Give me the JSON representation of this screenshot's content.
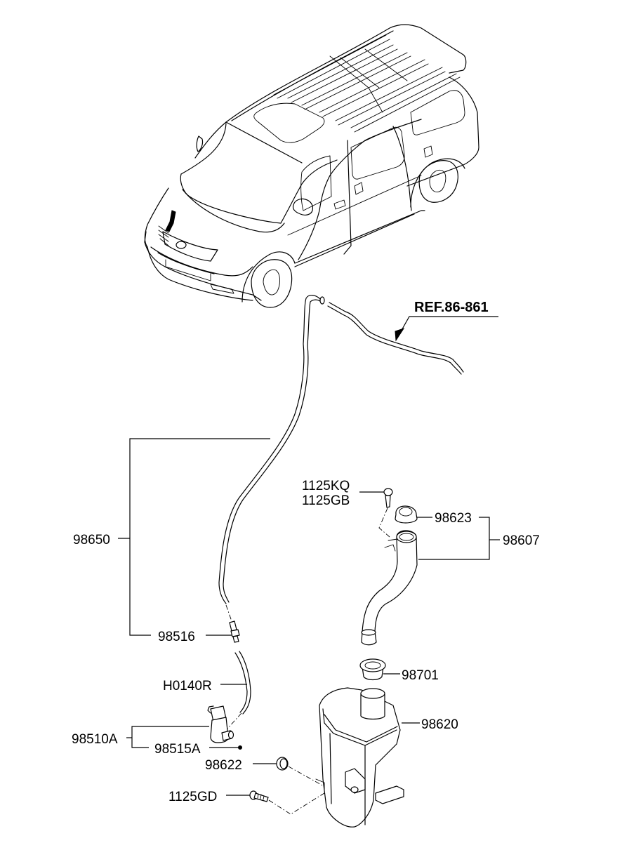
{
  "diagram": {
    "title": "Windshield Washer System Parts Diagram",
    "reference": "REF.86-861",
    "callouts": {
      "bolt_upper_1": "1125KQ",
      "bolt_upper_2": "1125GB",
      "cap": "98623",
      "filler_assy": "98607",
      "hose_assy": "98650",
      "connector": "98516",
      "grommet_neck": "98701",
      "reservoir": "98620",
      "hose": "H0140R",
      "pump_assy": "98510A",
      "pump_seal": "98515A",
      "pump_grommet": "98622",
      "bolt_lower": "1125GD"
    }
  }
}
